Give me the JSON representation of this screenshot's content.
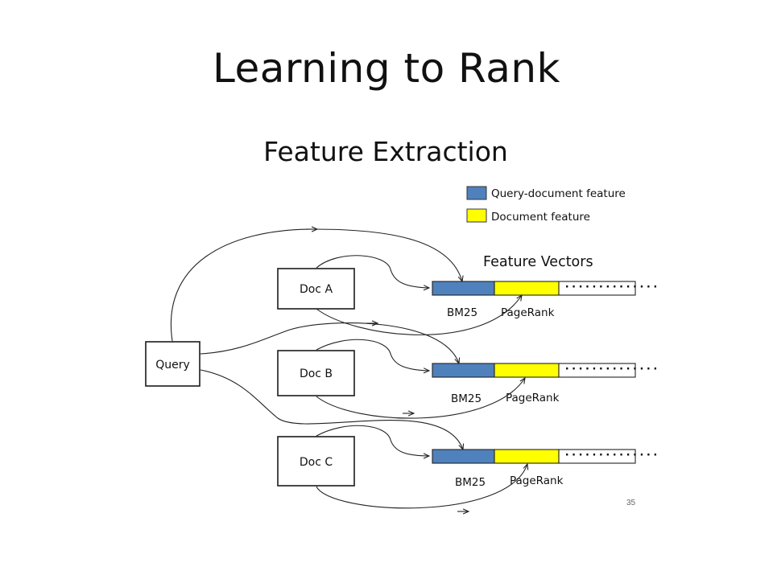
{
  "slide": {
    "title": "Learning to Rank",
    "diagram_title": "Feature Extraction",
    "page_number": "35"
  },
  "legend": {
    "items": [
      {
        "label": "Query-document feature",
        "color": "#4f81bd"
      },
      {
        "label": "Document feature",
        "color": "#ffff00"
      }
    ]
  },
  "vectors_heading": "Feature Vectors",
  "query_label": "Query",
  "documents": [
    {
      "label": "Doc A",
      "feature_1": "BM25",
      "feature_2": "PageRank",
      "ellipsis": "··············"
    },
    {
      "label": "Doc B",
      "feature_1": "BM25",
      "feature_2": "PageRank",
      "ellipsis": "··············"
    },
    {
      "label": "Doc C",
      "feature_1": "BM25",
      "feature_2": "PageRank",
      "ellipsis": "··············"
    }
  ],
  "colors": {
    "query_document_feature": "#4f81bd",
    "document_feature": "#ffff00",
    "empty_feature": "#ffffff"
  }
}
